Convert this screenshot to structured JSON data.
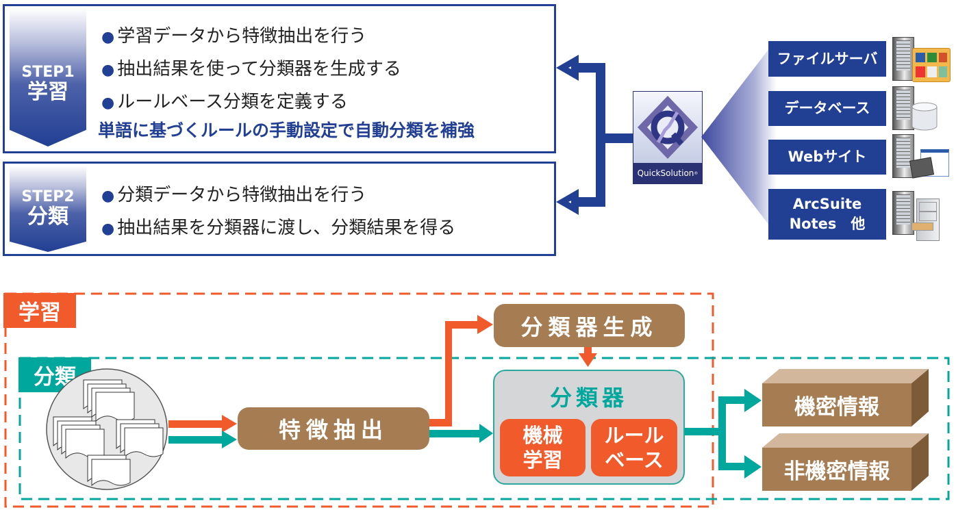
{
  "step1": {
    "label": "STEP1",
    "title": "学習",
    "bullets": [
      "学習データから特徴抽出を行う",
      "抽出結果を使って分類器を生成する",
      "ルールベース分類を定義する"
    ],
    "emphasis": "単語に基づくルールの手動設定で自動分類を補強"
  },
  "step2": {
    "label": "STEP2",
    "title": "分類",
    "bullets": [
      "分類データから特徴抽出を行う",
      "抽出結果を分類器に渡し、分類結果を得る"
    ]
  },
  "product": {
    "name": "QuickSolution",
    "mark": "®"
  },
  "sources": [
    {
      "label": "ファイルサーバ",
      "icon": "file-server-icon"
    },
    {
      "label": "データベース",
      "icon": "database-icon"
    },
    {
      "label": "Webサイト",
      "icon": "website-icon"
    },
    {
      "label_line1": "ArcSuite",
      "label_line2": "Notes　他",
      "icon": "file-cabinet-icon"
    }
  ],
  "flow": {
    "learning_tag": "学習",
    "classify_tag": "分類",
    "feature_extraction": "特徴抽出",
    "classifier_generation": "分類器生成",
    "classifier": "分類器",
    "machine_learning_line1": "機械",
    "machine_learning_line2": "学習",
    "rule_based_line1": "ルール",
    "rule_based_line2": "ベース",
    "confidential": "機密情報",
    "non_confidential": "非機密情報"
  },
  "colors": {
    "navy": "#213f93",
    "orange": "#f15a2b",
    "teal": "#00a79d",
    "brown": "#a67c52",
    "classifier_bg": "#d4d6d8"
  }
}
